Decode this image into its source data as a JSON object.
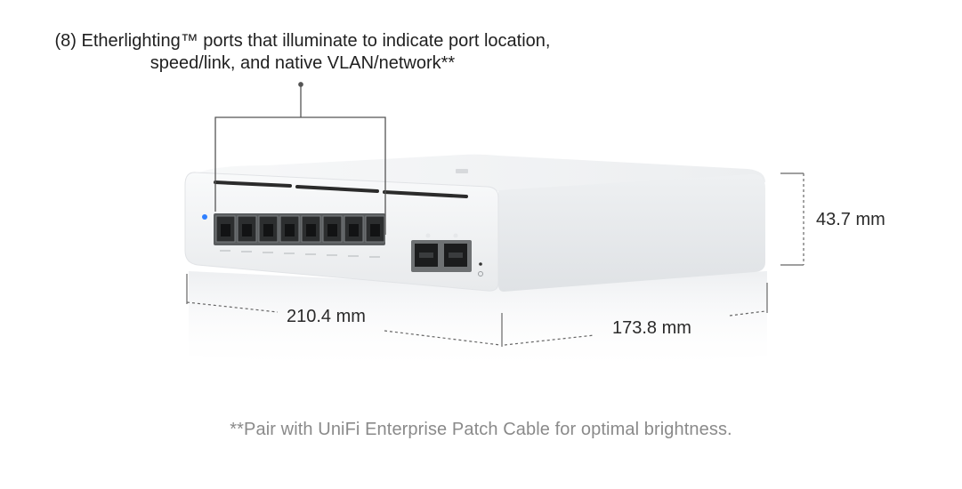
{
  "callout": {
    "line1": "(8) Etherlighting™ ports that illuminate to indicate port location,",
    "line2": "speed/link, and native VLAN/network**"
  },
  "dimensions": {
    "height": "43.7 mm",
    "width": "210.4 mm",
    "depth": "173.8 mm"
  },
  "footnote": "**Pair with UniFi Enterprise Patch Cable for optimal brightness.",
  "device": {
    "rj45_port_count": 8,
    "sfp_port_count": 2,
    "led_color": "#2f7fff",
    "body_color": "#f2f3f5"
  }
}
